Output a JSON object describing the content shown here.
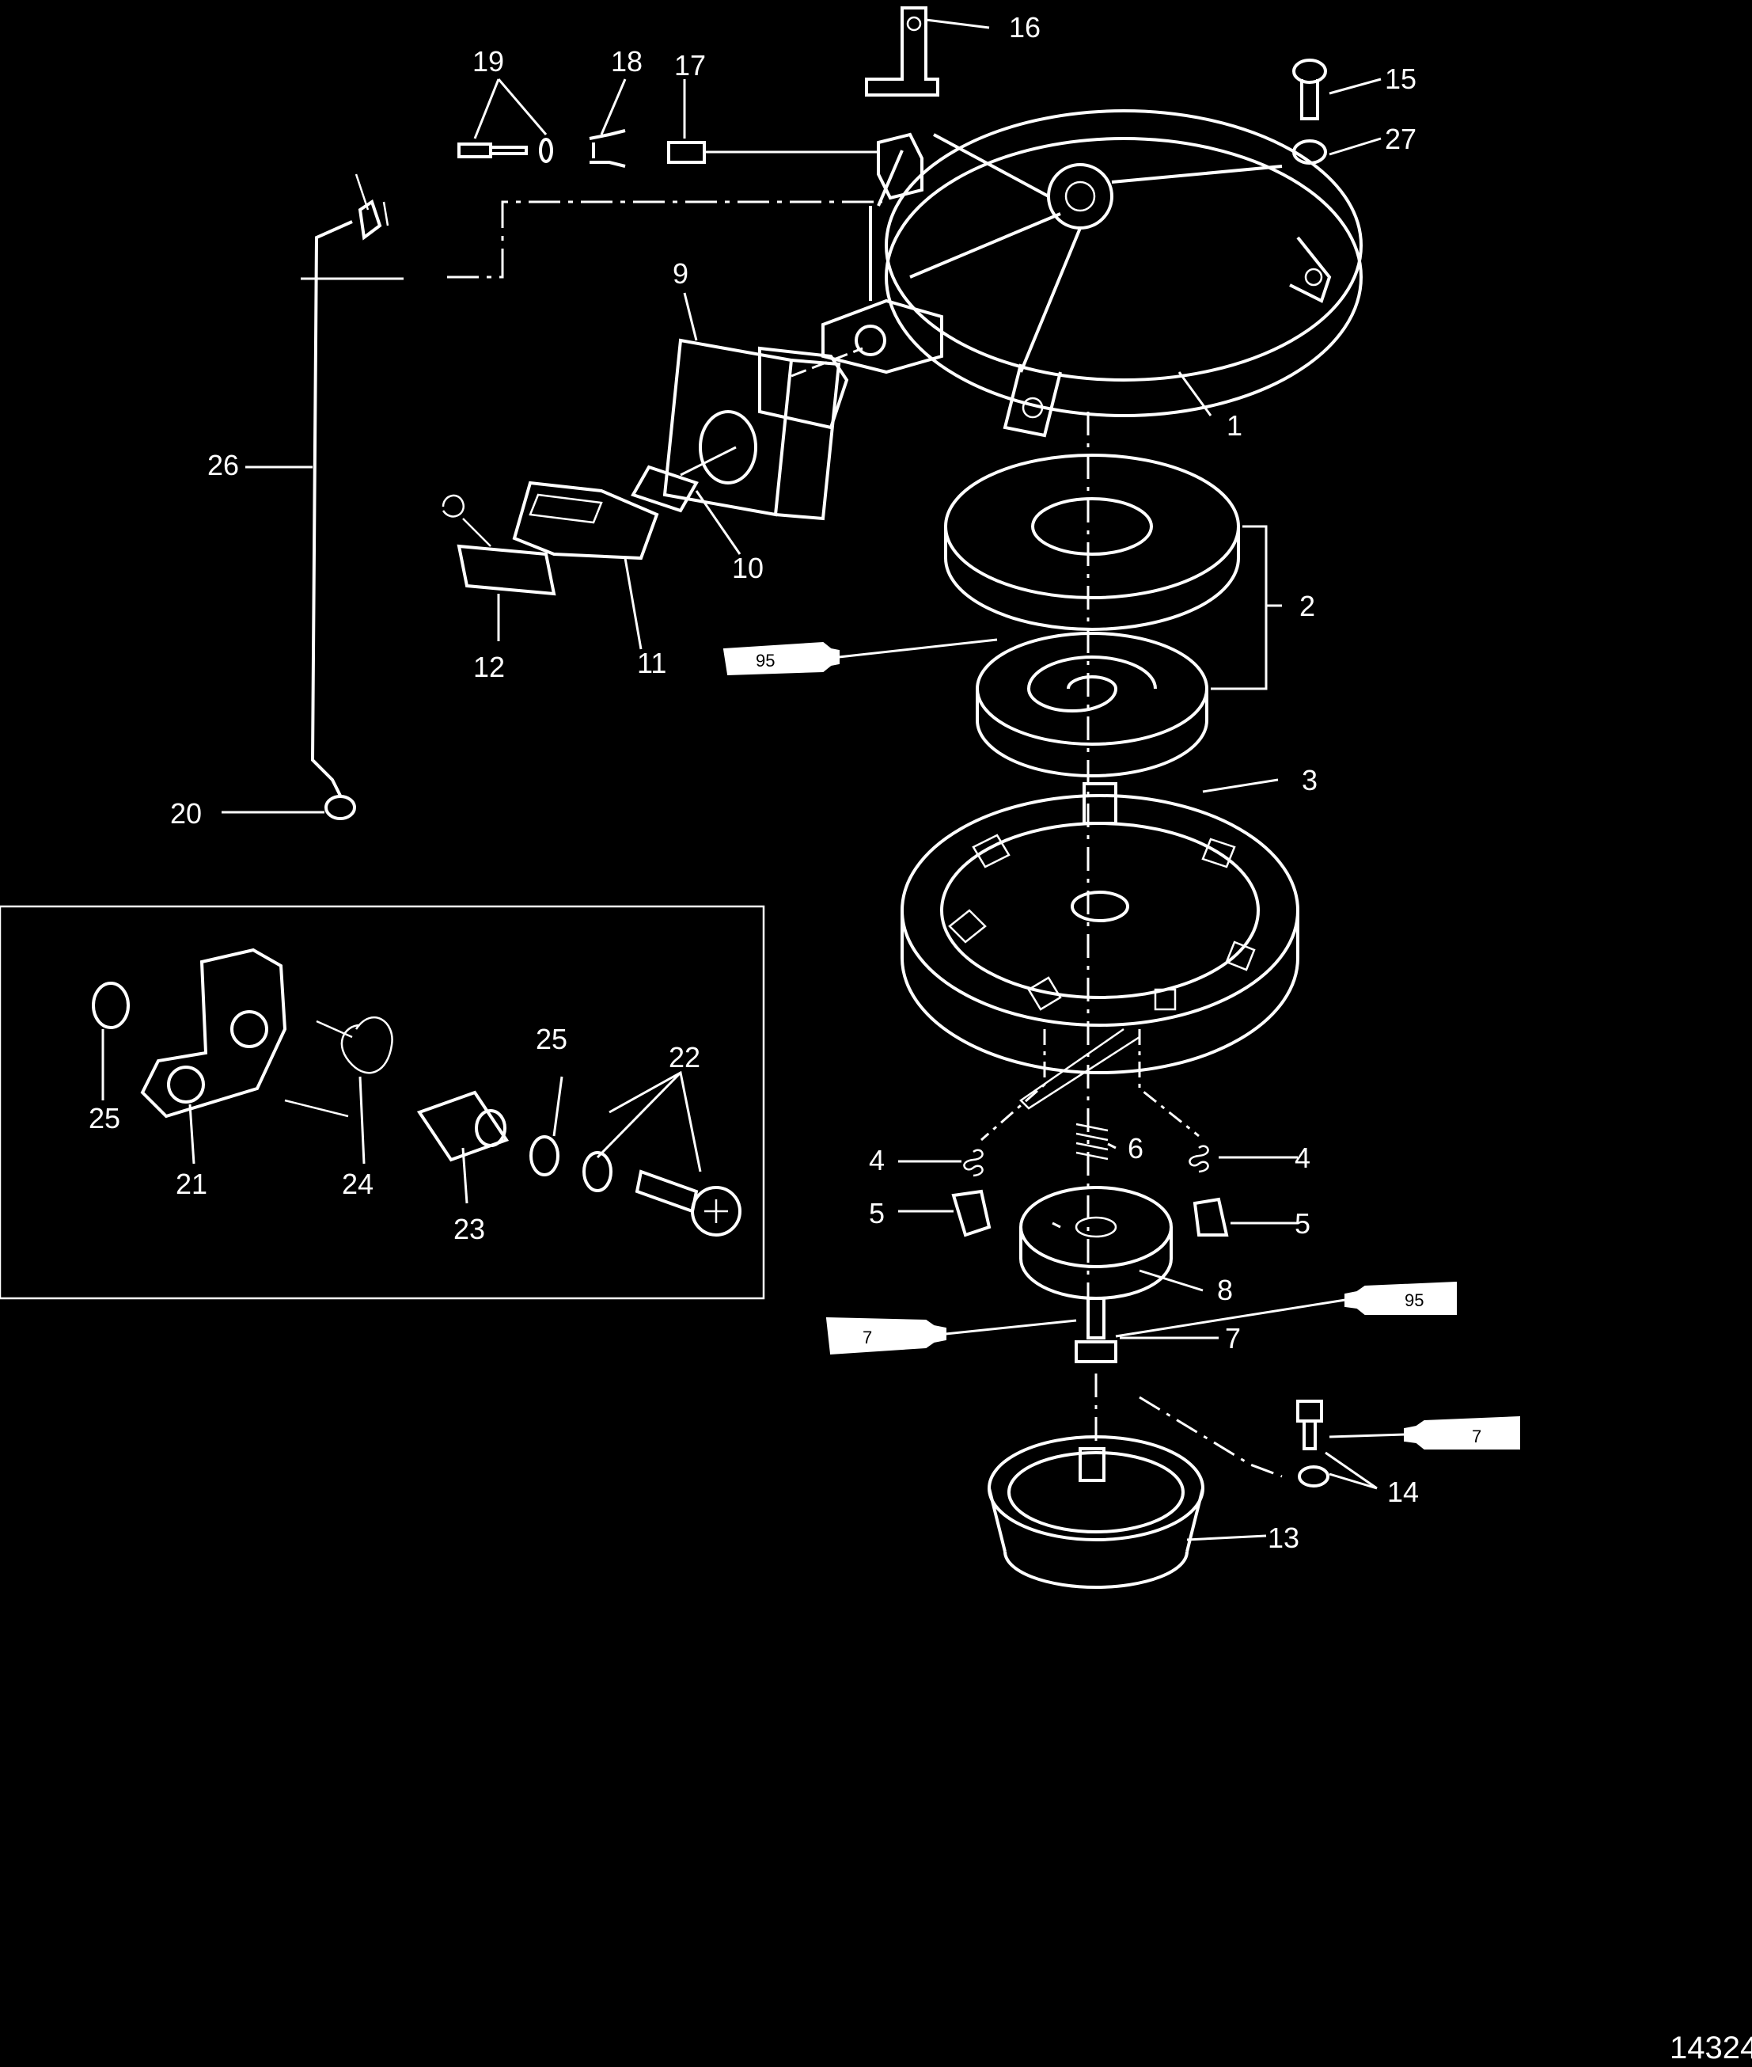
{
  "figure_number": "14324",
  "callouts": {
    "c1": "1",
    "c2": "2",
    "c3": "3",
    "c4a": "4",
    "c4b": "4",
    "c5a": "5",
    "c5b": "5",
    "c6": "6",
    "c7a": "7",
    "c8": "8",
    "c9": "9",
    "c10": "10",
    "c11": "11",
    "c12": "12",
    "c13": "13",
    "c14": "14",
    "c15": "15",
    "c16": "16",
    "c17": "17",
    "c18": "18",
    "c19": "19",
    "c20": "20",
    "c21": "21",
    "c22": "22",
    "c23": "23",
    "c24": "24",
    "c25a": "25",
    "c25b": "25",
    "c26": "26",
    "c27": "27"
  },
  "lubricant_tubes": {
    "t95a": "95",
    "t95b": "95",
    "t7a": "7",
    "t7b": "7"
  },
  "colors": {
    "background": "#000000",
    "line": "#ffffff"
  },
  "icons": [
    "lubricant-tube-icon"
  ]
}
